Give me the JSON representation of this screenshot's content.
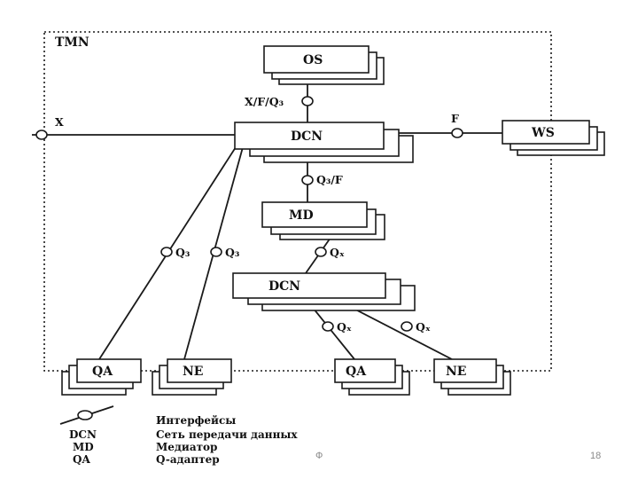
{
  "diagram": {
    "frame_label": "TMN",
    "boxes": {
      "os": "OS",
      "dcn_top": "DCN",
      "ws": "WS",
      "md": "MD",
      "dcn_bottom": "DCN",
      "qa_left": "QA",
      "ne_left": "NE",
      "qa_right": "QA",
      "ne_right": "NE"
    },
    "interfaces": {
      "x_f_q3": "X/F/Q₃",
      "x": "X",
      "f": "F",
      "q3_f": "Q₃/F",
      "q3_a": "Q₃",
      "q3_b": "Q₃",
      "qx_md": "Qₓ",
      "qx_qa": "Qₓ",
      "qx_ne": "Qₓ"
    }
  },
  "legend": [
    {
      "term": "",
      "definition": "Интерфейсы"
    },
    {
      "term": "DCN",
      "definition": "Сеть передачи данных"
    },
    {
      "term": "MD",
      "definition": "Медиатор"
    },
    {
      "term": "QA",
      "definition": "Q-адаптер"
    }
  ],
  "footer": {
    "center_text": "Ф",
    "page_number": "18"
  }
}
